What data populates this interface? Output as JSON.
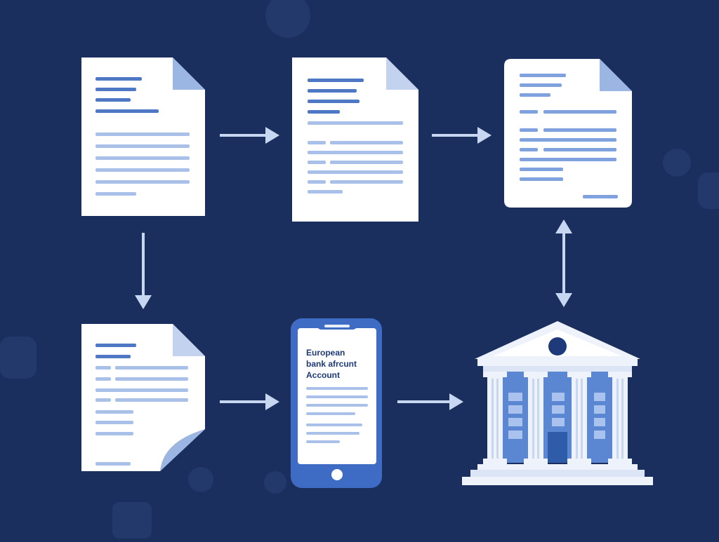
{
  "colors": {
    "background": "#1b2f5e",
    "paper": "#ffffff",
    "paper_fold": "#9bb6e3",
    "line_dark": "#4f78c4",
    "line_light": "#a9c0e8",
    "arrow": "#c7d7f2",
    "phone_frame": "#3e6bc4",
    "bank_body": "#5b86d1",
    "bank_stone": "#eef3fb"
  },
  "phone": {
    "line1": "European",
    "line2": "bank afrcunt",
    "line3": "Account"
  },
  "icons": [
    "document-icon",
    "arrow-right-icon",
    "arrow-down-icon",
    "arrow-updown-icon",
    "smartphone-icon",
    "bank-building-icon"
  ]
}
